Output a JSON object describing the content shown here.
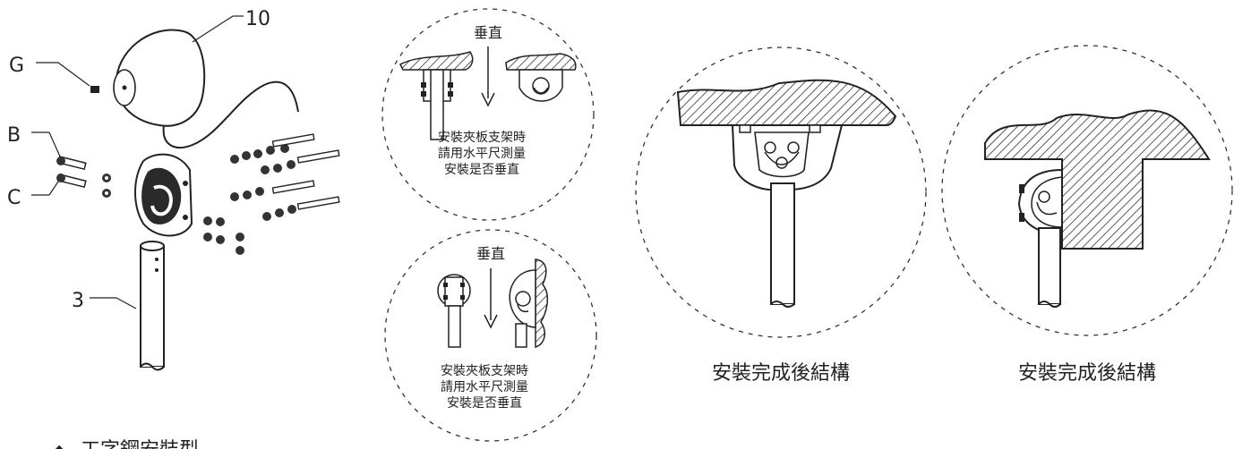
{
  "callouts": {
    "g": "G",
    "b": "B",
    "c": "C",
    "ten": "10",
    "three": "3"
  },
  "detail_top": {
    "vertical": "垂直",
    "note_line1": "安裝夾板支架時",
    "note_line2": "請用水平尺測量",
    "note_line3": "安裝是否垂直"
  },
  "detail_bottom": {
    "vertical": "垂直",
    "note_line1": "安裝夾板支架時",
    "note_line2": "請用水平尺測量",
    "note_line3": "安裝是否垂直"
  },
  "result_left": {
    "caption": "安裝完成後結構"
  },
  "result_right": {
    "caption": "安裝完成後結構"
  },
  "footer": {
    "bullet": "◆",
    "text": "工字鋼安裝型"
  }
}
